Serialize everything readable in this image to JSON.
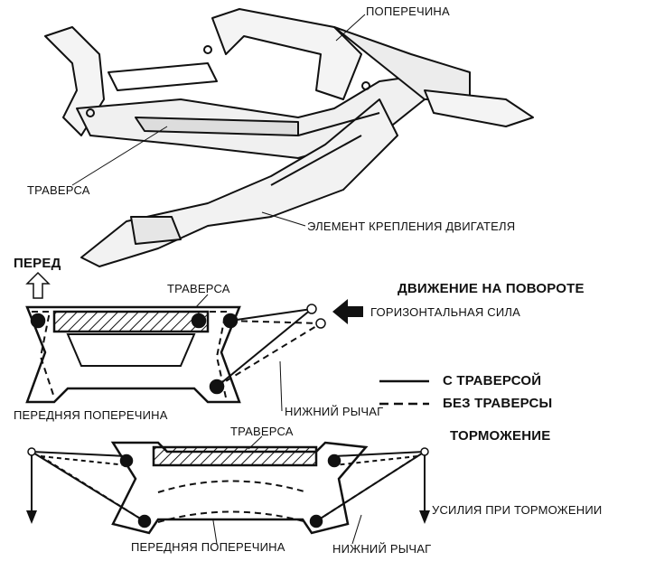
{
  "top_figure": {
    "labels": {
      "crossmember": "ПОПЕРЕЧИНА",
      "traverse": "ТРАВЕРСА",
      "engine_mount": "ЭЛЕМЕНТ КРЕПЛЕНИЯ ДВИГАТЕЛЯ"
    }
  },
  "cornering_figure": {
    "front": "ПЕРЕД",
    "traverse": "ТРАВЕРСА",
    "title": "ДВИЖЕНИЕ НА ПОВОРОТЕ",
    "horizontal_force": "ГОРИЗОНТАЛЬНАЯ СИЛА",
    "lower_arm": "НИЖНИЙ РЫЧАГ",
    "front_crossmember": "ПЕРЕДНЯЯ ПОПЕРЕЧИНА"
  },
  "legend": {
    "solid": "С ТРАВЕРСОЙ",
    "dashed": "БЕЗ ТРАВЕРСЫ"
  },
  "braking_figure": {
    "title": "ТОРМОЖЕНИЕ",
    "traverse": "ТРАВЕРСА",
    "braking_forces": "УСИЛИЯ ПРИ ТОРМОЖЕНИИ",
    "front_crossmember": "ПЕРЕДНЯЯ ПОПЕРЕЧИНА",
    "lower_arm": "НИЖНИЙ РЫЧАГ"
  }
}
